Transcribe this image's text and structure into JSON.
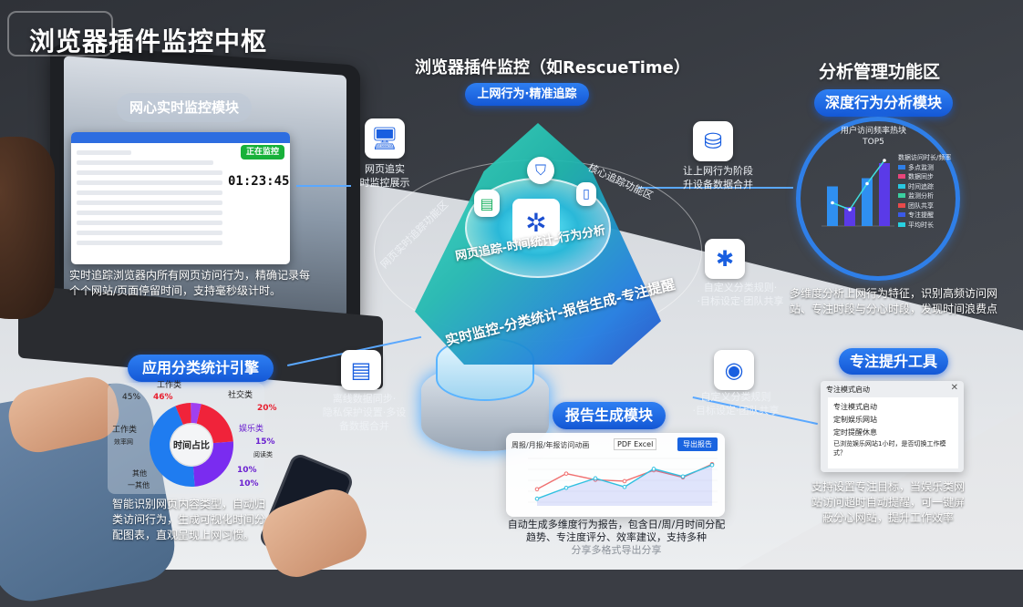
{
  "title": "浏览器插件监控中枢",
  "center": {
    "heading": "浏览器插件监控（如RescueTime）",
    "pill": "上网行为·精准追踪",
    "ring_inner": "网页追踪-时间统计-行为分析",
    "ring_outer": "实时监控-分类统计-报告生成-专注提醒",
    "arc_left": "网页实时追踪功能区",
    "arc_right": "核心追踪功能区"
  },
  "right_zone": {
    "heading": "分析管理功能区",
    "pill": "深度行为分析模块",
    "chart_title": "用户访问频率热块",
    "chart_subtitle": "TOP5",
    "legend_title": "数据访问时长/频率",
    "legend": [
      "多点监测",
      "数据同步",
      "时间追踪",
      "监测分析",
      "团队共享",
      "专注提醒",
      "平均时长"
    ],
    "legend_colors": [
      "#2f7fe8",
      "#e8457a",
      "#28c8e0",
      "#3ad0a0",
      "#e84a4a",
      "#3a5ae8",
      "#28d0e0"
    ],
    "description": "多维度分析上网行为特征，识别高频访问网站、专注时段与分心时段，发现时间浪费点"
  },
  "monitor": {
    "pill": "网心实时监控模块",
    "status": "正在监控",
    "timer": "01:23:45",
    "description": "实时追踪浏览器内所有网页访问行为，精确记录每个个网站/页面停留时间，支持毫秒级计时。"
  },
  "features": [
    {
      "icon": "monitor-icon",
      "text": "网页追实\n时监控展示"
    },
    {
      "icon": "data-merge-icon",
      "text": "让上网行为阶段\n升设备数据合并"
    },
    {
      "icon": "category-rules-icon",
      "text": "自定义分类规则·\n·目标设定·团队共享"
    },
    {
      "icon": "document-sync-icon",
      "text": "离线数据同步·\n隐私保护设置·多设\n备数据合并"
    },
    {
      "icon": "target-icon",
      "text": "自定义分类规则\n·目标设定·团队共享"
    }
  ],
  "category": {
    "pill": "应用分类统计引擎",
    "center_label": "时间占比",
    "labels": {
      "work_top": "工作类",
      "work_pct_a": "45%",
      "work_pct_b": "46%",
      "social": "社交类",
      "social_pct": "20%",
      "fun": "娱乐类",
      "fun_pct": "15%",
      "fun_sub": "阅读类",
      "work_left": "工作类",
      "work_left_sub": "效率网",
      "other": "其他",
      "other_sub": "一其他",
      "pct_a": "10%",
      "pct_b": "10%"
    },
    "slices": [
      {
        "value": 20,
        "color": "#f0233a"
      },
      {
        "value": 25,
        "color": "#7a2cf0"
      },
      {
        "value": 45,
        "color": "#1f7cf0"
      },
      {
        "value": 6,
        "color": "#f0233a"
      },
      {
        "value": 4,
        "color": "#a040f0"
      }
    ],
    "description": "智能识别网页内容类型，自动归类访问行为，生成可视化时间分配图表，直观呈现上网习惯。"
  },
  "report": {
    "pill": "报告生成模块",
    "card_title": "周报/月报/年报访问动画",
    "format": "PDF Excel",
    "export_button": "导出报告",
    "description_1": "自动生成多维度行为报告，包含日/周/月时间分配",
    "description_2": "趋势、专注度评分、效率建议，支持多种",
    "description_3": "分享多格式导出分享"
  },
  "focus": {
    "pill": "专注提升工具",
    "dialog_title": "专注模式启动",
    "items": [
      "专注模式启动",
      "定制娱乐网站",
      "定时提醒休息",
      "已浏览娱乐网站1小时，是否切换工作模式？"
    ],
    "description": "支持设置专注目标，当娱乐类网站访问超时自动提醒，可一键屏蔽分心网站，提升工作效率"
  },
  "chart_data": [
    {
      "type": "bar",
      "title": "用户访问频率热块 TOP5",
      "values": [
        58,
        28,
        70,
        92
      ],
      "line": [
        34,
        24,
        62,
        96
      ]
    },
    {
      "type": "line",
      "title": "周报/月报/年报访问动画",
      "series": [
        {
          "color": "#f07070",
          "values": [
            35,
            68,
            55,
            52,
            75,
            60,
            88
          ]
        },
        {
          "color": "#30c0e0",
          "values": [
            15,
            38,
            58,
            40,
            78,
            62,
            86
          ]
        }
      ]
    }
  ]
}
